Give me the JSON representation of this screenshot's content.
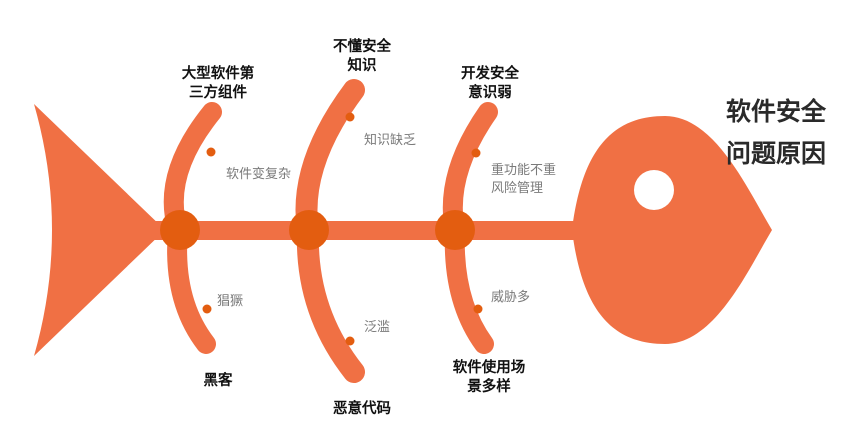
{
  "head": {
    "title_line1": "软件安全",
    "title_line2": "问题原因"
  },
  "causes": {
    "top": [
      {
        "line1": "大型软件第",
        "line2": "三方组件",
        "detail": "软件变复杂"
      },
      {
        "line1": "不懂安全",
        "line2": "知识",
        "detail": "知识缺乏"
      },
      {
        "line1": "开发安全",
        "line2": "意识弱",
        "detail_line1": "重功能不重",
        "detail_line2": "风险管理"
      }
    ],
    "bottom": [
      {
        "line1": "黑客",
        "detail": "猖獗"
      },
      {
        "line1": "恶意代码",
        "detail": "泛滥"
      },
      {
        "line1": "软件使用场",
        "line2": "景多样",
        "detail": "威胁多"
      }
    ]
  },
  "colors": {
    "fish": "#F07044",
    "joint": "#E35D10",
    "cause_text": "#111111",
    "detail_text": "#7a7a7a"
  }
}
